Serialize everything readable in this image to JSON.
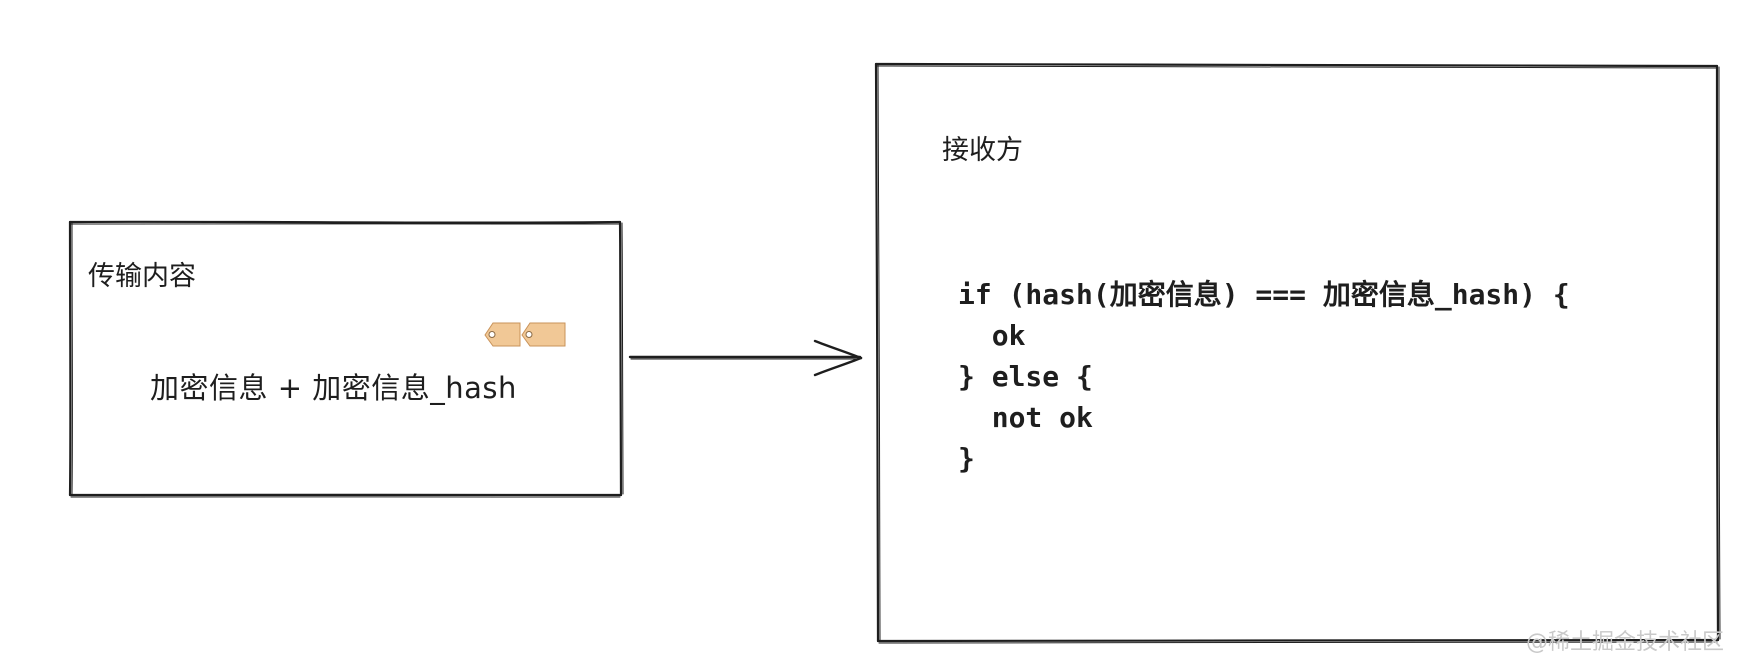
{
  "sender": {
    "title": "传输内容",
    "payload": "加密信息 + 加密信息_hash"
  },
  "receiver": {
    "title": "接收方",
    "code_lines": [
      "if (hash(加密信息) === 加密信息_hash) {",
      "  ok",
      "} else {",
      "  not ok",
      "}"
    ]
  },
  "watermark": "@稀土掘金技术社区",
  "icons": {
    "tags": "price-tag-icon"
  },
  "colors": {
    "stroke": "#1e1e1e",
    "tag_fill": "#f1c896",
    "tag_stroke": "#c9935a",
    "watermark": "#c9c9c9"
  }
}
